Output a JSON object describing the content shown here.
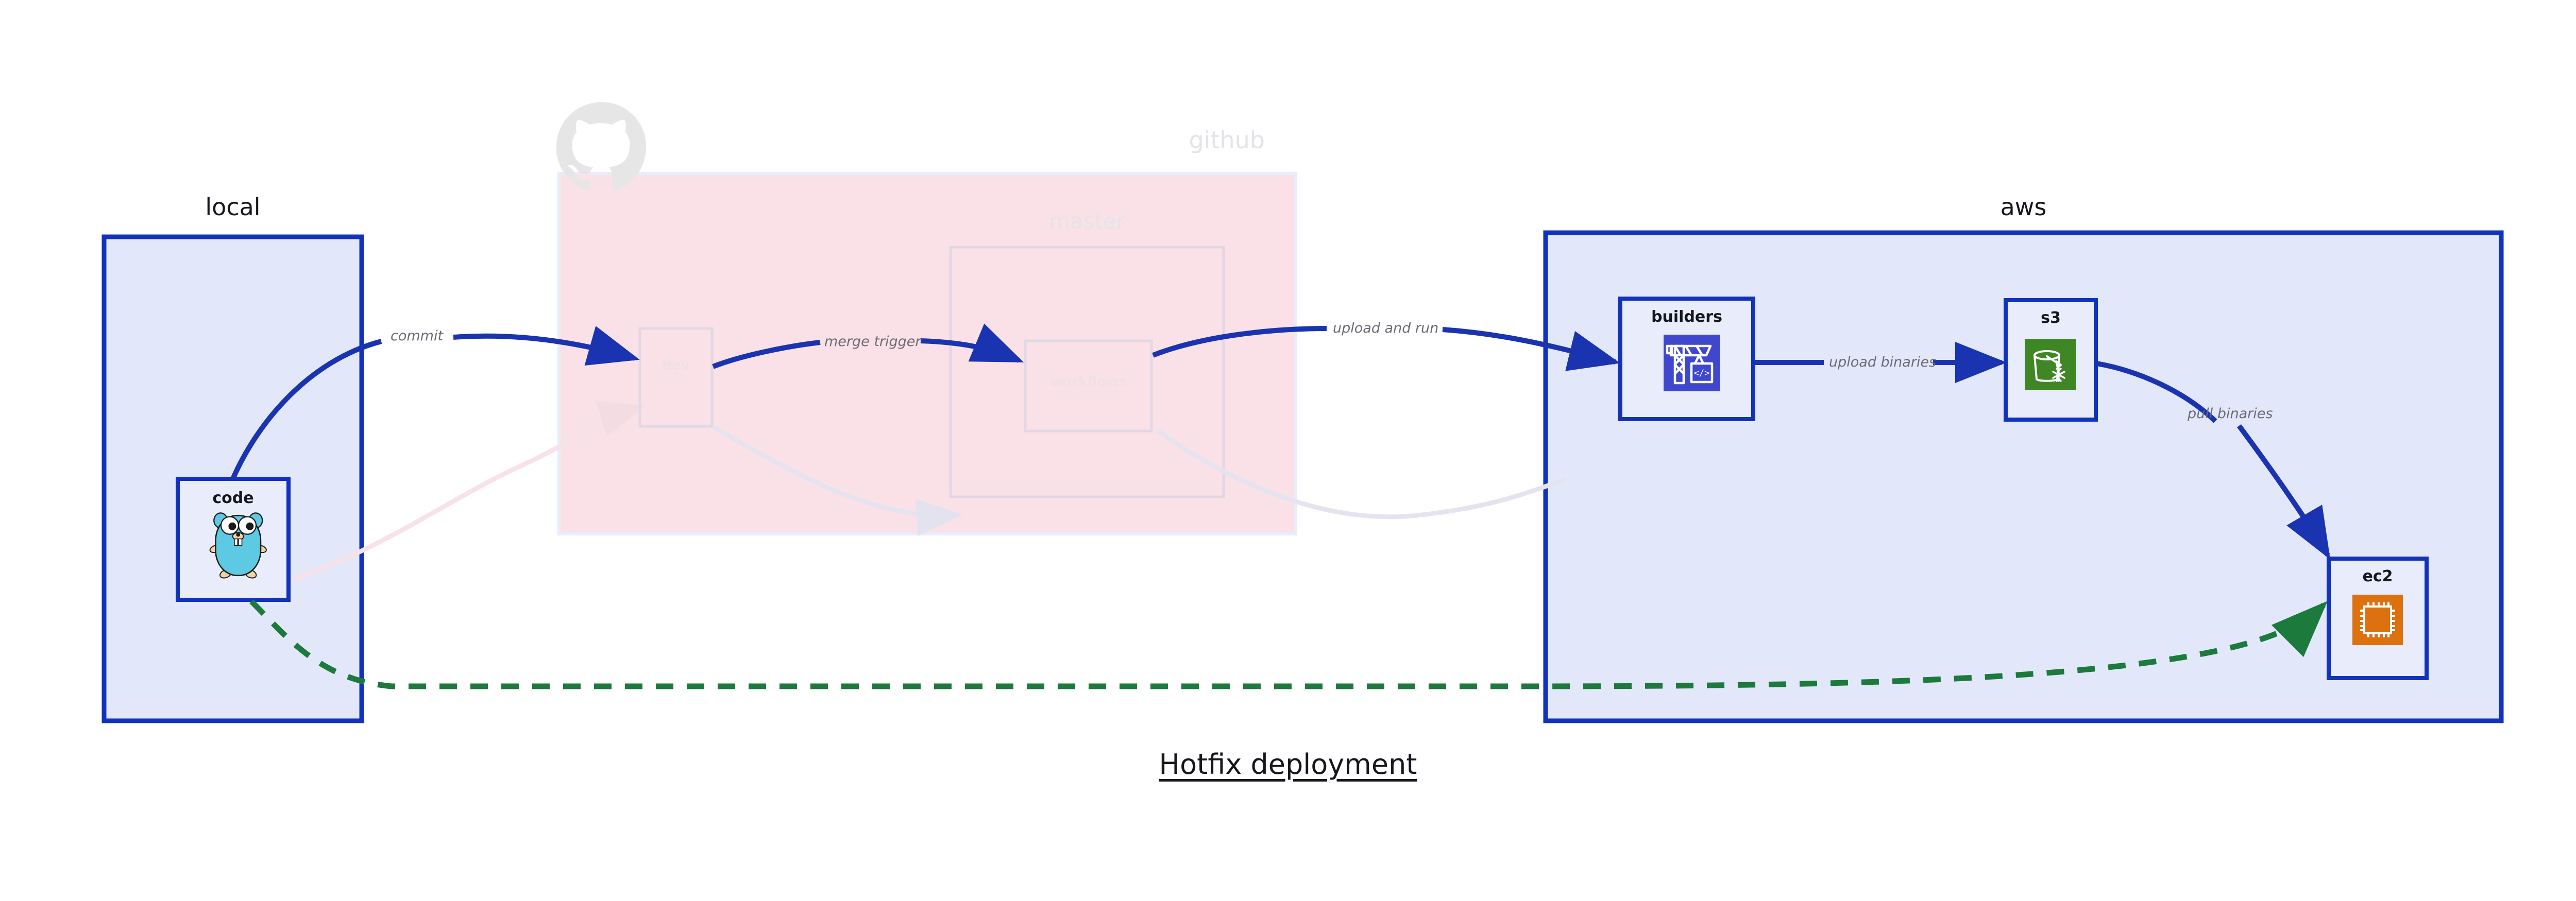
{
  "title": "Hotfix deployment",
  "colors": {
    "node_stroke": "#1133bb",
    "node_fill": "#e9edfb",
    "container_fill_blue": "#e2e7fa",
    "container_fill_pink": "#fae1e7",
    "edge_blue": "#1a33b0",
    "edge_green": "#1b7a3c",
    "edge_label_text": "#6b6b76",
    "faded_text": "#e8dfe3",
    "codebuild_bg": "#3f48cc",
    "s3_glacier_bg": "#3f8624",
    "ec2_bg": "#dd7110",
    "github_logo": "#e6e6e6"
  },
  "containers": [
    {
      "id": "local",
      "label": "local",
      "style": "blue",
      "faded": false
    },
    {
      "id": "github",
      "label": "github",
      "style": "pink",
      "faded": true
    },
    {
      "id": "aws",
      "label": "aws",
      "style": "blue",
      "faded": false
    }
  ],
  "subcontainers": [
    {
      "id": "master",
      "label": "master",
      "parent": "github",
      "faded": true
    }
  ],
  "nodes": [
    {
      "id": "code",
      "label": "code",
      "icon": "go-gopher-icon",
      "parent": "local",
      "faded": false
    },
    {
      "id": "dev",
      "label": "dev",
      "icon": "none",
      "parent": "github",
      "faded": true
    },
    {
      "id": "workflows",
      "label": "workflows",
      "icon": "none",
      "parent": "master",
      "faded": true
    },
    {
      "id": "builders",
      "label": "builders",
      "icon": "aws-codebuild-icon",
      "parent": "aws",
      "faded": false
    },
    {
      "id": "s3",
      "label": "s3",
      "icon": "aws-s3-glacier-icon",
      "parent": "aws",
      "faded": false
    },
    {
      "id": "ec2",
      "label": "ec2",
      "icon": "aws-ec2-icon",
      "parent": "aws",
      "faded": false
    }
  ],
  "edges": [
    {
      "id": "commit",
      "label": "commit",
      "from": "code",
      "to": "dev",
      "style": "solid-blue",
      "faded": false
    },
    {
      "id": "merge-trigger",
      "label": "merge trigger",
      "from": "dev",
      "to": "workflows",
      "style": "solid-blue",
      "faded": false
    },
    {
      "id": "upload-and-run",
      "label": "upload and run",
      "from": "workflows",
      "to": "builders",
      "style": "solid-blue",
      "faded": false
    },
    {
      "id": "upload-binaries",
      "label": "upload binaries",
      "from": "builders",
      "to": "s3",
      "style": "solid-blue",
      "faded": false
    },
    {
      "id": "pull-binaries",
      "label": "pull binaries",
      "from": "s3",
      "to": "ec2",
      "style": "solid-blue",
      "faded": false
    },
    {
      "id": "hotfix-direct",
      "label": "",
      "from": "code",
      "to": "ec2",
      "style": "dashed-green",
      "faded": false
    },
    {
      "id": "faded-code-dev",
      "label": "",
      "from": "code",
      "to": "dev",
      "style": "solid-pink",
      "faded": true
    },
    {
      "id": "faded-dev-wf",
      "label": "",
      "from": "dev",
      "to": "workflows",
      "style": "solid-pink",
      "faded": true
    },
    {
      "id": "faded-wf-out",
      "label": "",
      "from": "workflows",
      "to": "builders",
      "style": "solid-pink",
      "faded": true
    }
  ]
}
